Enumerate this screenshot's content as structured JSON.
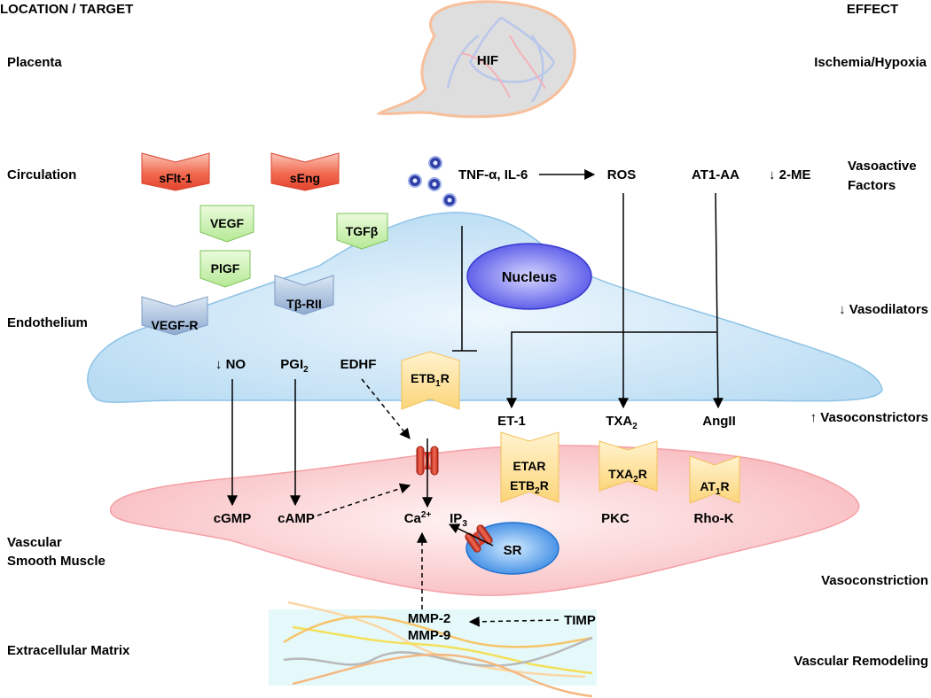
{
  "headers": {
    "location": "LOCATION / TARGET",
    "effect": "EFFECT"
  },
  "locations": {
    "placenta": "Placenta",
    "circulation": "Circulation",
    "endothelium": "Endothelium",
    "vsm_line1": "Vascular",
    "vsm_line2": "Smooth Muscle",
    "ecm": "Extracellular Matrix"
  },
  "effects": {
    "ischemia": "Ischemia/Hypoxia",
    "vasoactive_line1": "Vasoactive",
    "vasoactive_line2": "Factors",
    "two_me": "↓ 2-ME",
    "vasodilators": "↓ Vasodilators",
    "vasoconstrictors": "↑ Vasoconstrictors",
    "vasoconstriction": "Vasoconstriction",
    "remodeling": "Vascular Remodeling"
  },
  "placenta": {
    "hif": "HIF"
  },
  "circulating": {
    "sflt1": "sFlt-1",
    "seng": "sEng",
    "vegf": "VEGF",
    "plgf": "PlGF",
    "tgfb": "TGFβ",
    "tnf": "TNF-α, IL-6",
    "ros": "ROS",
    "at1aa": "AT1-AA"
  },
  "receptors": {
    "vegfr": "VEGF-R",
    "tbrii": "Tβ-RII",
    "etb1r_base": "ETB",
    "etb1r_sub": "1",
    "etb1r_tail": "R",
    "etar": "ETAR",
    "etb2r_base": "ETB",
    "etb2r_sub": "2",
    "etb2r_tail": "R",
    "txa2r_base": "TXA",
    "txa2r_sub": "2",
    "txa2r_tail": "R",
    "at1r_base": "AT",
    "at1r_sub": "1",
    "at1r_tail": "R"
  },
  "endothelium": {
    "nucleus": "Nucleus",
    "no": "↓ NO",
    "pgi2_base": "PGI",
    "pgi2_sub": "2",
    "edhf": "EDHF"
  },
  "mediators": {
    "et1": "ET-1",
    "txa2_base": "TXA",
    "txa2_sub": "2",
    "angii": "AngII"
  },
  "smooth_muscle": {
    "cgmp": "cGMP",
    "camp": "cAMP",
    "ca_base": "Ca",
    "ca_sup": "2+",
    "ip3_base": "IP",
    "ip3_sub": "3",
    "sr": "SR",
    "pkc": "PKC",
    "rhok": "Rho-K"
  },
  "matrix": {
    "mmp2": "MMP-2",
    "mmp9": "MMP-9",
    "timp": "TIMP"
  },
  "colors": {
    "red_receptor": "#f0604a",
    "green_factor": "#c6efa9",
    "blue_receptor": "#9db6d6",
    "yellow_receptor": "#fde29a",
    "endothelium_fill": "#cde7f7",
    "vsm_fill": "#fbd3d5",
    "nucleus": "#6a6af0",
    "sr": "#3f8fe8",
    "channel": "#e03a2a",
    "ecm_bg": "#e6fafb"
  }
}
